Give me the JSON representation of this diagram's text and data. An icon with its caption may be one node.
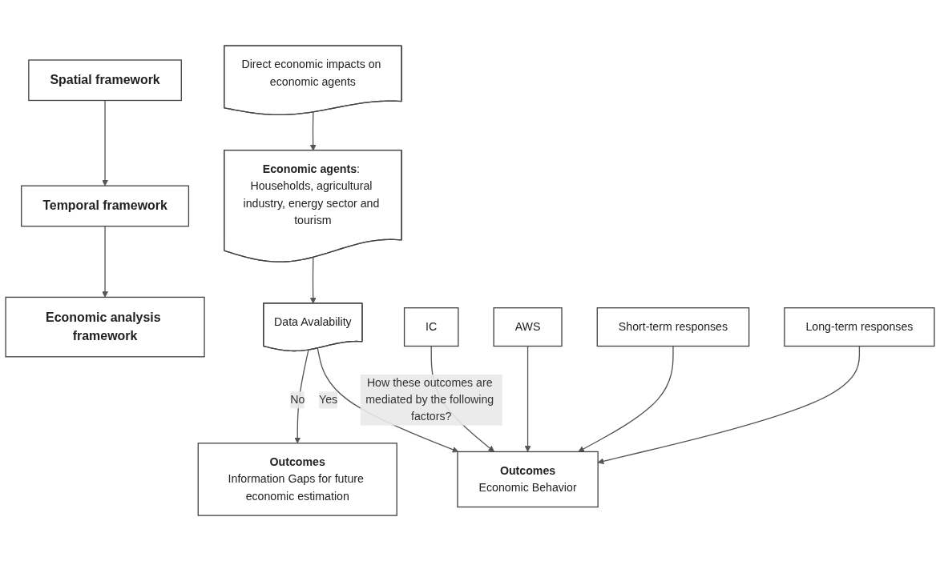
{
  "diagram": {
    "nodes": [
      {
        "text": [
          "Spatial framework"
        ]
      },
      {
        "text": [
          "Temporal framework"
        ]
      },
      {
        "text": [
          "Economic analysis framework"
        ]
      },
      {
        "text": [
          "Direct economic impacts on economic agents"
        ]
      },
      {
        "text": [
          "**Economic agents**: Households, agricultural industry, energy sector and tourism"
        ]
      },
      {
        "text": [
          "Data Avalability"
        ]
      },
      {
        "text": [
          "Outcomes",
          "Economic Behavior"
        ]
      },
      {
        "text": [
          "Outcomes",
          "Information Gaps for future economic estimation"
        ]
      },
      {
        "text": [
          "IC"
        ]
      },
      {
        "text": [
          "AWS"
        ]
      },
      {
        "text": [
          "Short-term responses"
        ]
      },
      {
        "text": [
          "Long-term responses"
        ]
      }
    ],
    "edges": [
      {
        "from": 0,
        "to": 1,
        "arrow": "to"
      },
      {
        "from": 1,
        "to": 2,
        "arrow": "to"
      },
      {
        "from": 3,
        "to": 4,
        "arrow": "to"
      },
      {
        "from": 4,
        "to": 5,
        "arrow": "to"
      },
      {
        "from": 5,
        "to": 6,
        "arrow": "to",
        "label": "Yes"
      },
      {
        "from": 5,
        "to": 7,
        "arrow": "to",
        "label": "No"
      },
      {
        "from": 8,
        "to": 6,
        "arrow": "to",
        "label": "How these outcomes are mediated by the following factors?"
      },
      {
        "from": 9,
        "to": 6,
        "arrow": "to"
      },
      {
        "from": 10,
        "to": 6,
        "arrow": "to"
      },
      {
        "from": 11,
        "to": 6,
        "arrow": "to"
      }
    ]
  }
}
